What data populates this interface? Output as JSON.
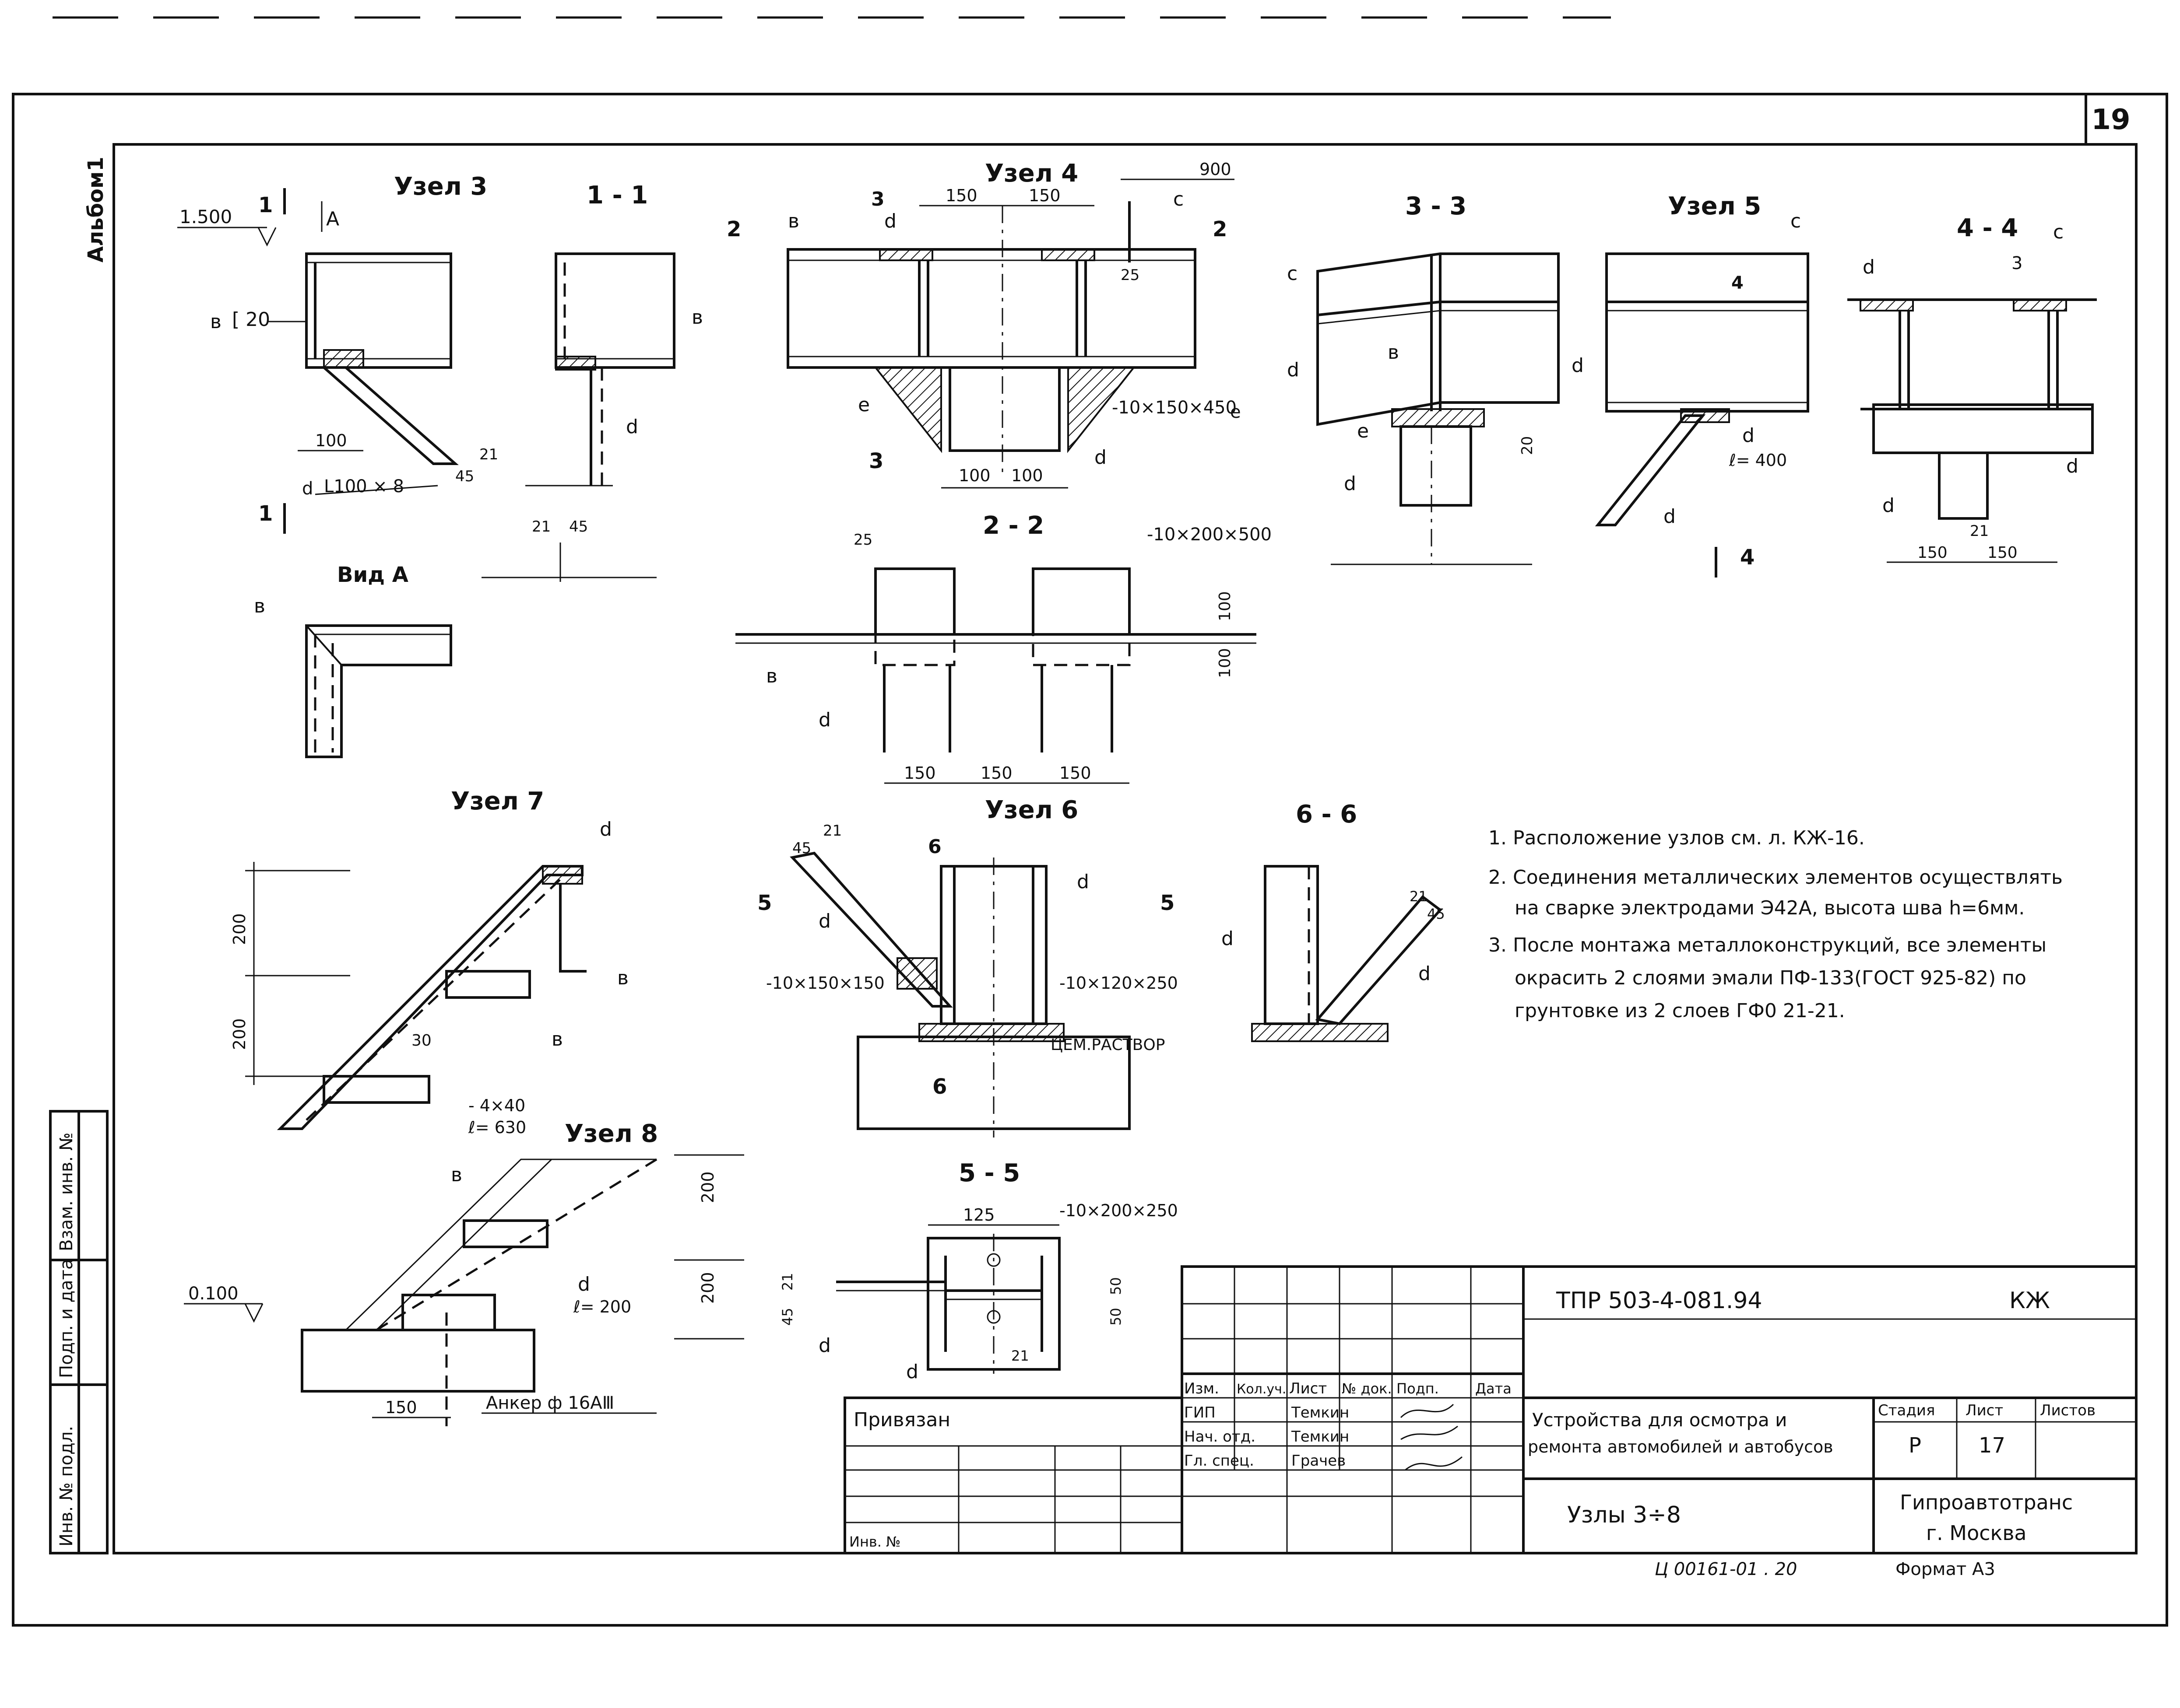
{
  "sheet": {
    "sheet_number_corner": "19",
    "album_label": "Альбом1"
  },
  "nodes": {
    "uzel3": "Узел 3",
    "sec11": "1 - 1",
    "uzel4": "Узел 4",
    "sec33": "3 - 3",
    "uzel5": "Узел 5",
    "sec44": "4 - 4",
    "sec22": "2 - 2",
    "vidA": "Вид А",
    "uzel7": "Узел 7",
    "uzel6": "Узел 6",
    "sec66": "6 - 6",
    "uzel8": "Узел 8",
    "sec55": "5 - 5"
  },
  "labels": {
    "elev_1500": "1.500",
    "elev_0100": "0.100",
    "c20": "[ 20",
    "angle": "L100 × 8",
    "plate_10_150_450": "-10×150×450",
    "plate_10_200_500": "-10×200×500",
    "plate_10_150_150": "-10×150×150",
    "plate_10_120_250": "-10×120×250",
    "plate_10_200_250": "-10×200×250",
    "strip_4x40": "- 4×40",
    "l630": "ℓ= 630",
    "l400": "ℓ= 400",
    "l200": "ℓ= 200",
    "cem": "ЦЕМ.РАСТВОР",
    "anchor": "Анкер ф 16АⅢ",
    "b": "в",
    "c": "с",
    "d": "d",
    "e": "е",
    "A": "А",
    "n1": "1",
    "n2": "2",
    "n3": "3",
    "n4": "4",
    "n5": "5",
    "n6": "6"
  },
  "dims": {
    "d100": "100",
    "d150": "150",
    "d900": "900",
    "d25": "25",
    "d20": "20",
    "d21": "21",
    "d45": "45",
    "d200": "200",
    "d30": "30",
    "d125": "125",
    "d50": "50"
  },
  "notes": [
    "1. Расположение узлов см. л. КЖ-16.",
    "2. Соединения металлических элементов осуществлять",
    "на сварке электродами Э42А, высота шва h=6мм.",
    "3. После монтажа металлоконструкций, все элементы",
    "окрасить 2 слоями эмали ПФ-133(ГОСТ 925-82) по",
    "грунтовке из 2 слоев ГФ0 21-21."
  ],
  "stamp": {
    "doc_code": "ТПР  503-4-081.94",
    "mark": "КЖ",
    "hdr_izm": "Изм.",
    "hdr_koluch": "Кол.уч.",
    "hdr_list": "Лист",
    "hdr_ndok": "№ док.",
    "hdr_podp": "Подп.",
    "hdr_data": "Дата",
    "role_gip": "ГИП",
    "role_nach": "Нач. отд.",
    "role_gl": "Гл. спец.",
    "name1": "Темкин",
    "name2": "Темкин",
    "name3": "Грачев",
    "title1": "Устройства для осмотра и",
    "title2": "ремонта автомобилей и автобусов",
    "sheet_title": "Узлы 3÷8",
    "stage_hdr": "Стадия",
    "list_hdr": "Лист",
    "lists_hdr": "Листов",
    "stage": "Р",
    "list_no": "17",
    "org1": "Гипроавтотранс",
    "org2": "г. Москва",
    "format": "Формат  А3",
    "privyazan": "Привязан",
    "inv": "Инв. №",
    "archive": "Ц 00161-01 . 20"
  },
  "side_stamp": {
    "inv_podl": "Инв. № подл.",
    "podp_data": "Подп. и дата",
    "vzam": "Взам. инв. №"
  }
}
